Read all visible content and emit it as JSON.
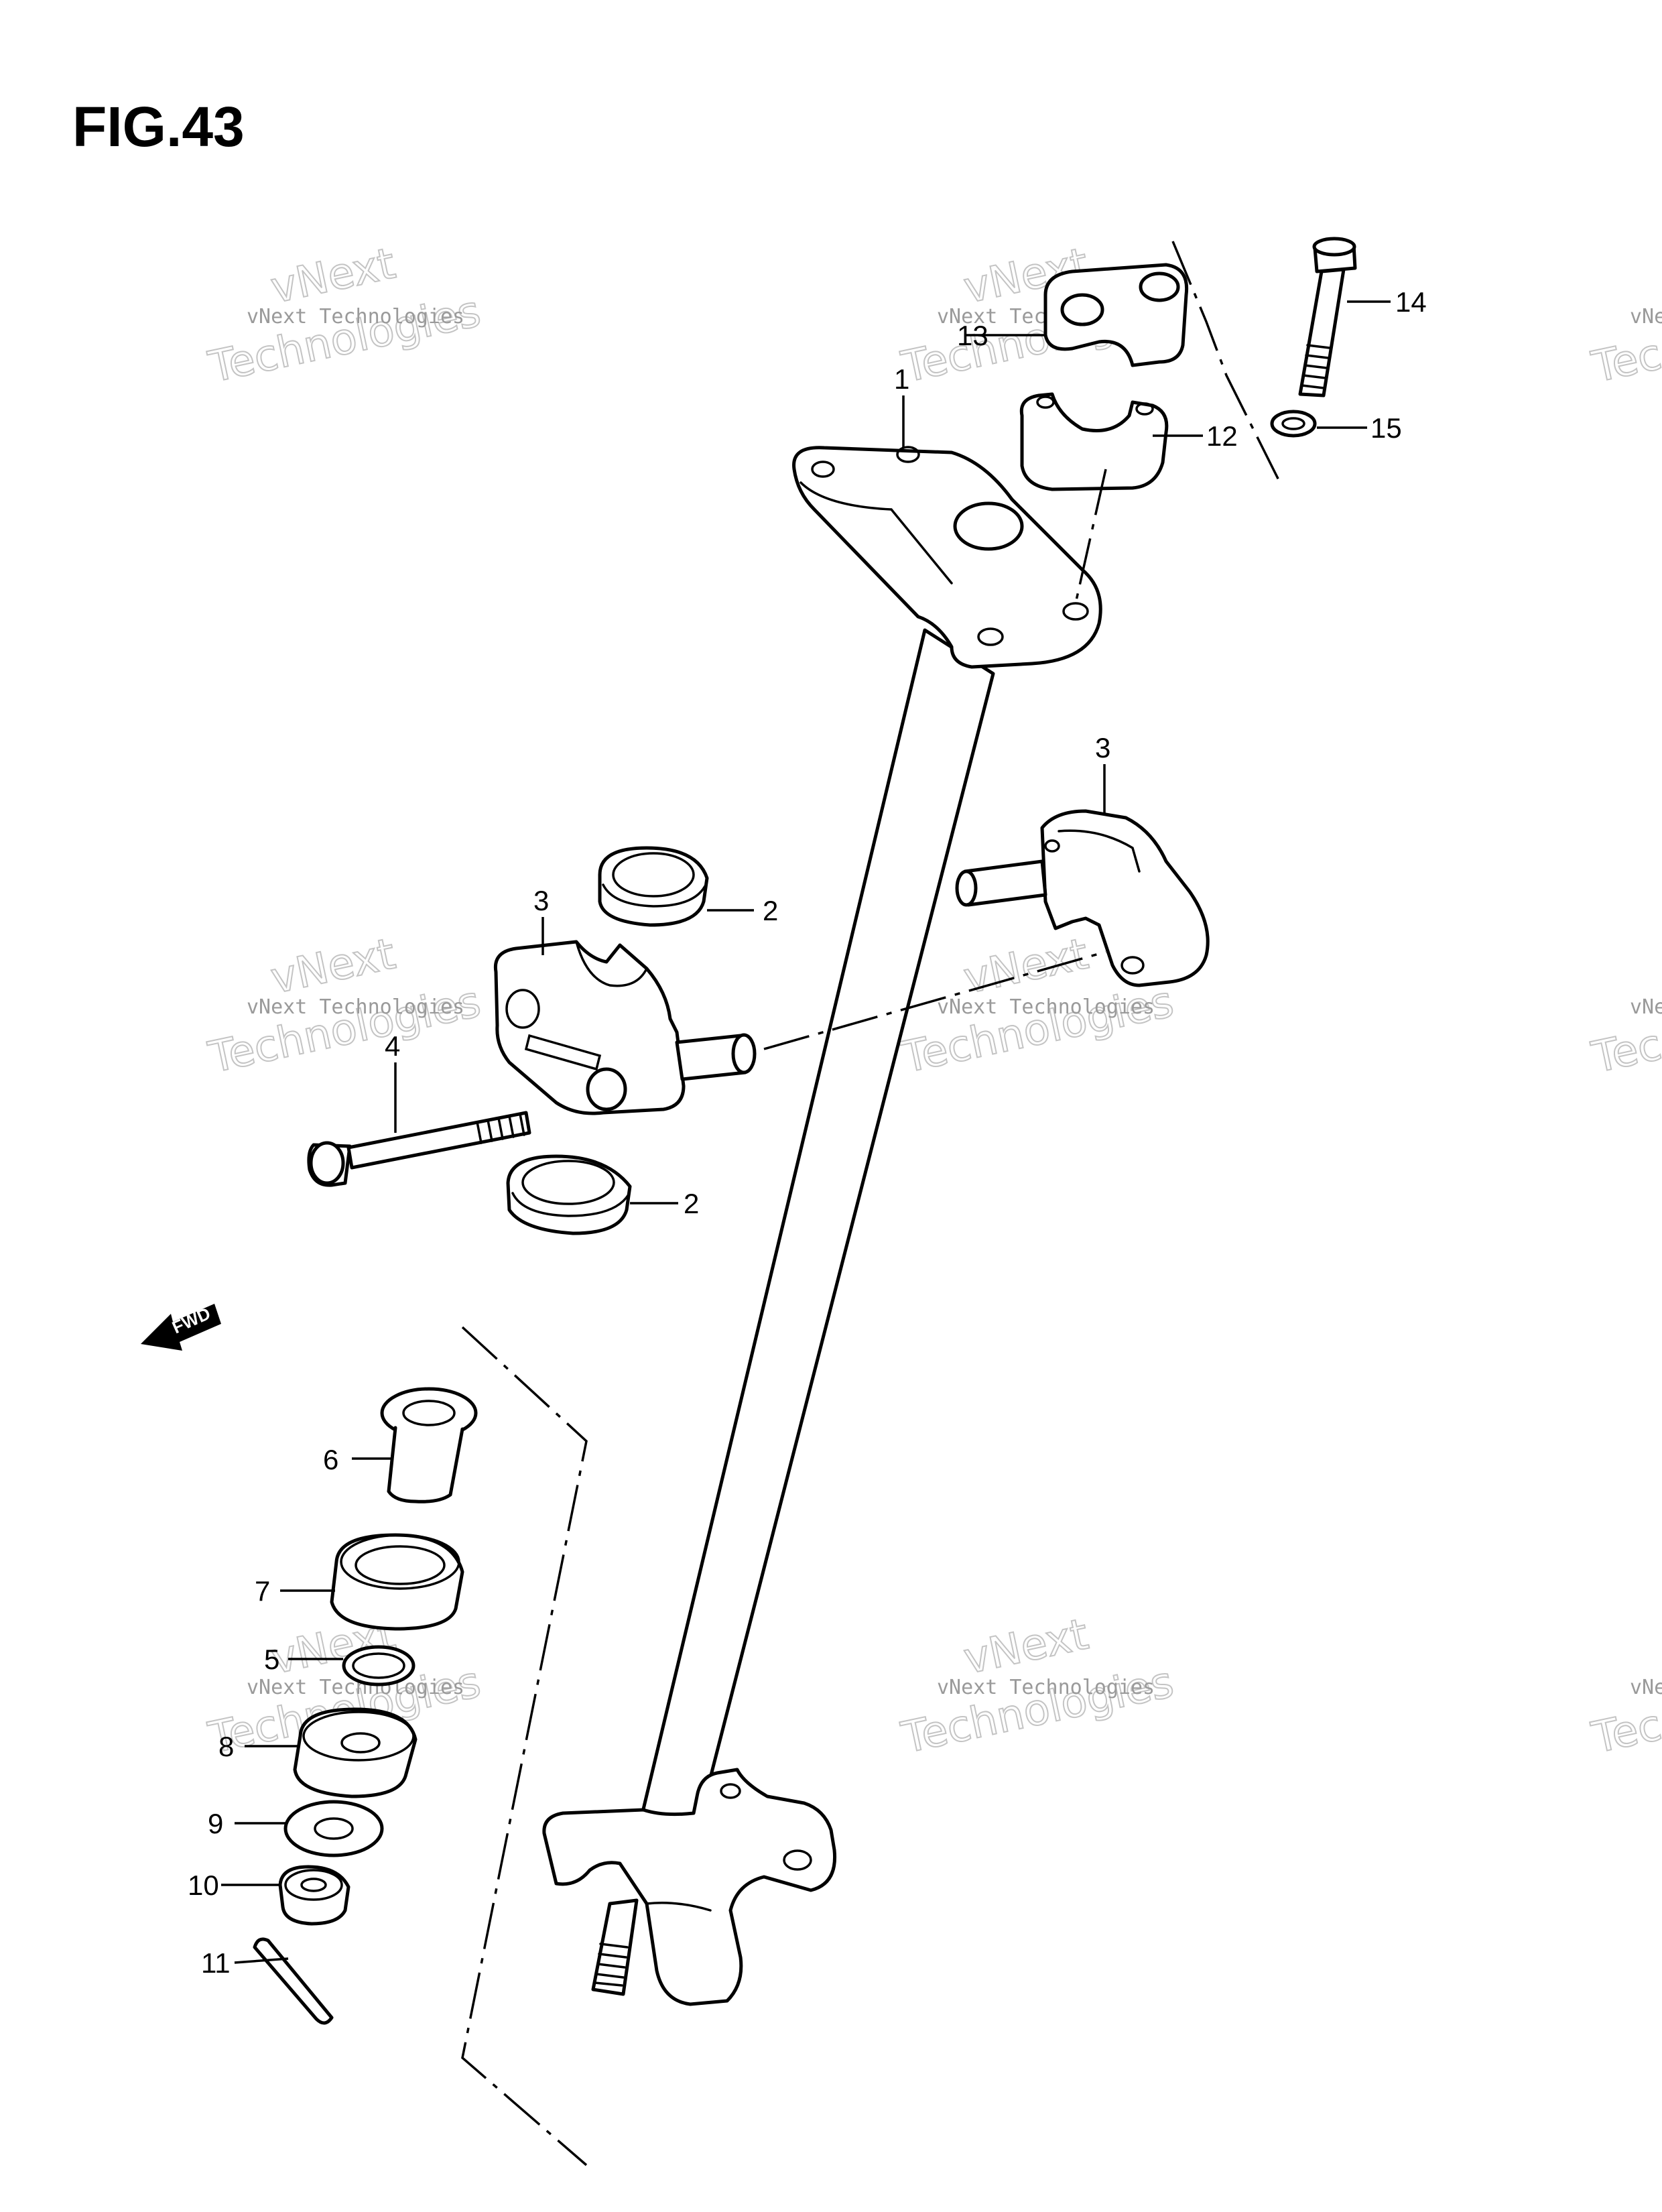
{
  "figure_title": "FIG.43",
  "watermark": {
    "line1": "vNext Technologies",
    "line2": "vNext",
    "line3": "Technologies"
  },
  "fwd_label": "FWD",
  "callouts": {
    "c1": "1",
    "c2a": "2",
    "c2b": "2",
    "c3a": "3",
    "c3b": "3",
    "c4": "4",
    "c5": "5",
    "c6": "6",
    "c7": "7",
    "c8": "8",
    "c9": "9",
    "c10": "10",
    "c11": "11",
    "c12": "12",
    "c13": "13",
    "c14": "14",
    "c15": "15"
  }
}
